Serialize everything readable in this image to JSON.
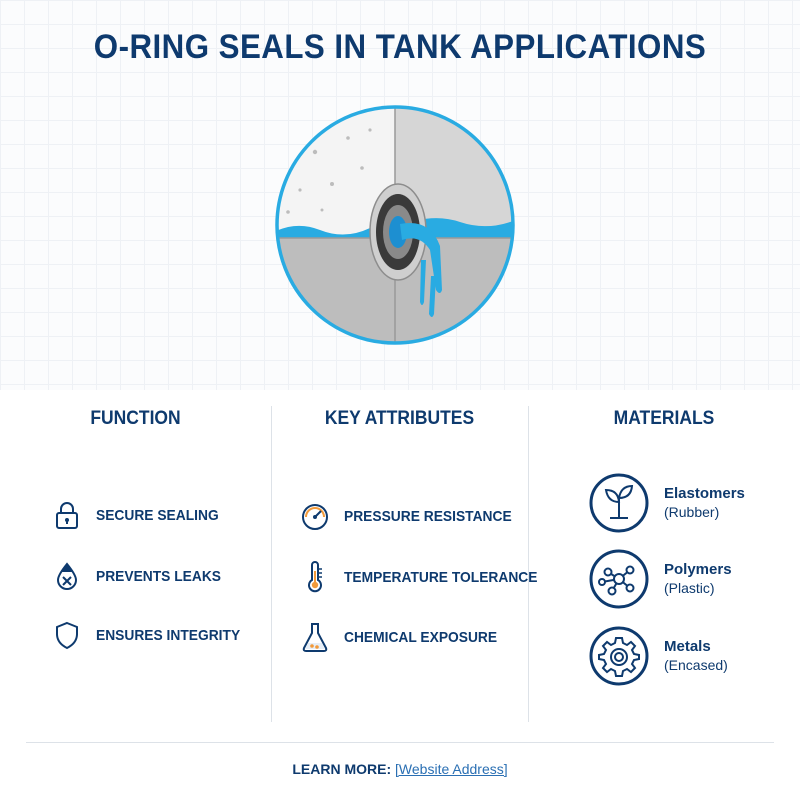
{
  "title": "O-RING SEALS IN TANK APPLICATIONS",
  "colors": {
    "navy": "#0e3a6e",
    "water": "#29abe2",
    "gray": "#bfbfbf"
  },
  "function": {
    "heading": "FUNCTION",
    "items": [
      {
        "label": "SECURE SEALING",
        "icon": "lock-icon"
      },
      {
        "label": "PREVENTS LEAKS",
        "icon": "drop-x-icon"
      },
      {
        "label": "ENSURES INTEGRITY",
        "icon": "shield-icon"
      }
    ]
  },
  "attributes": {
    "heading": "KEY ATTRIBUTES",
    "items": [
      {
        "label": "PRESSURE RESISTANCE",
        "icon": "gauge-icon"
      },
      {
        "label": "TEMPERATURE TOLERANCE",
        "icon": "thermometer-icon"
      },
      {
        "label": "CHEMICAL EXPOSURE",
        "icon": "flask-icon"
      }
    ]
  },
  "materials": {
    "heading": "MATERIALS",
    "items": [
      {
        "name": "Elastomers",
        "sub": "(Rubber)",
        "icon": "plant-icon"
      },
      {
        "name": "Polymers",
        "sub": "(Plastic)",
        "icon": "molecule-icon"
      },
      {
        "name": "Metals",
        "sub": "(Encased)",
        "icon": "gear-icon"
      }
    ]
  },
  "footer": {
    "label": "LEARN MORE:",
    "link": "[Website Address]"
  }
}
